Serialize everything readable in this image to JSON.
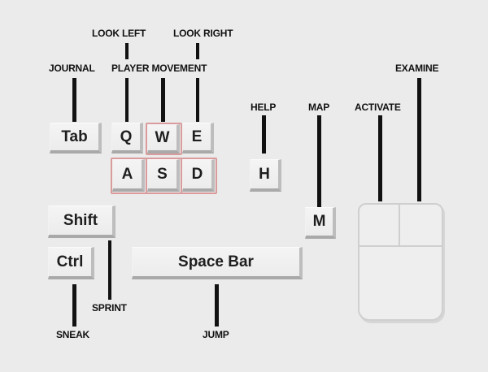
{
  "keys": {
    "tab": "Tab",
    "q": "Q",
    "w": "W",
    "e": "E",
    "a": "A",
    "s": "S",
    "d": "D",
    "h": "H",
    "m": "M",
    "shift": "Shift",
    "ctrl": "Ctrl",
    "space": "Space Bar"
  },
  "labels": {
    "look_left": "LOOK LEFT",
    "look_right": "LOOK RIGHT",
    "journal": "JOURNAL",
    "player_movement": "PLAYER MOVEMENT",
    "examine": "EXAMINE",
    "help": "HELP",
    "map": "MAP",
    "activate": "ACTIVATE",
    "sprint": "SPRINT",
    "sneak": "SNEAK",
    "jump": "JUMP"
  },
  "colors": {
    "background": "#ebebeb",
    "key_face": "#f0f0f0",
    "key_shadow": "#a9a9a9",
    "highlight": "#d99b9b",
    "leader_line": "#111111"
  },
  "icons": {
    "mouse": "computer-mouse-icon"
  }
}
